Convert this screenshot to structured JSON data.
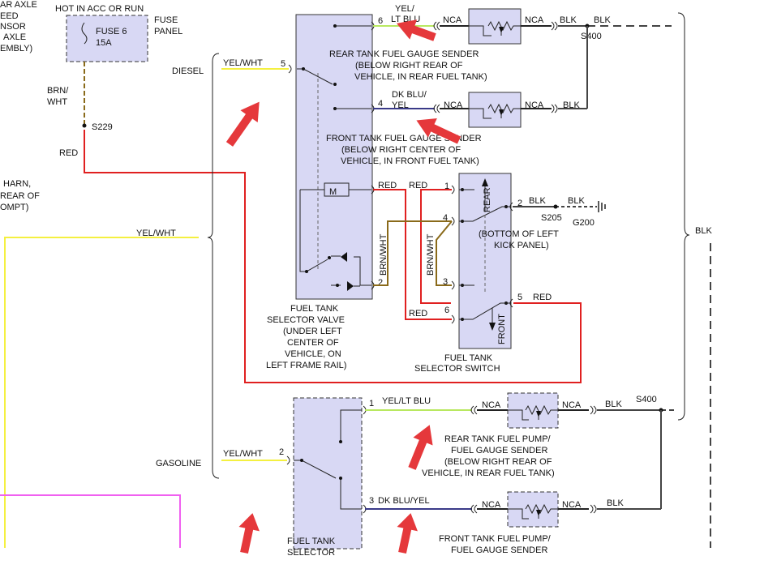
{
  "colors": {
    "background": "#ffffff",
    "component_fill": "#d8d8f4",
    "red_wire": "#e02020",
    "yellow_wire": "#f4f040",
    "yel_ltblu_wire": "#b8e860",
    "dkblu_yel_wire": "#3a3a88",
    "brn_wht_wire": "#8a6a1a",
    "black_wire": "#444444",
    "pink_wire": "#f060f0",
    "annotation_arrow": "#e5383b"
  },
  "left_edge": {
    "l1": "AR AXLE",
    "l2": "EED",
    "l3": "NSOR",
    "l4": "AXLE",
    "l5": "EMBLY)",
    "harn1": "HARN,",
    "harn2": "REAR OF",
    "harn3": "OMPT)"
  },
  "fuse": {
    "header": "HOT IN ACC OR RUN",
    "name": "FUSE 6",
    "rating": "15A",
    "panel1": "FUSE",
    "panel2": "PANEL"
  },
  "splices": {
    "s229": "S229",
    "s400": "S400",
    "s205": "S205",
    "g200": "G200"
  },
  "wires": {
    "brn_wht_a": "BRN/",
    "brn_wht_b": "WHT",
    "red": "RED",
    "yel_wht": "YEL/WHT",
    "yel_ltblu_a": "YEL/",
    "yel_ltblu_b": "LT BLU",
    "dkblu_yel_a": "DK BLU/",
    "dkblu_yel_b": "YEL",
    "yel_ltblu": "YEL/LT BLU",
    "dkblu_yel": "DK BLU/YEL",
    "blk": "BLK",
    "brn_wht": "BRN/WHT",
    "nca": "NCA"
  },
  "engine": {
    "diesel": "DIESEL",
    "gasoline": "GASOLINE"
  },
  "pins": {
    "p1": "1",
    "p2": "2",
    "p3": "3",
    "p4": "4",
    "p5": "5",
    "p6": "6"
  },
  "motor": "M",
  "rear_sender": {
    "l1": "REAR TANK FUEL GAUGE SENDER",
    "l2": "(BELOW RIGHT REAR OF",
    "l3": "VEHICLE, IN REAR FUEL TANK)"
  },
  "front_sender": {
    "l1": "FRONT TANK FUEL GAUGE SENDER",
    "l2": "(BELOW RIGHT CENTER OF",
    "l3": "VEHICLE, IN FRONT FUEL TANK)"
  },
  "valve": {
    "l1": "FUEL TANK",
    "l2": "SELECTOR VALVE",
    "l3": "(UNDER LEFT",
    "l4": "CENTER OF",
    "l5": "VEHICLE, ON",
    "l6": "LEFT FRAME RAIL)"
  },
  "switch": {
    "rear": "REAR",
    "front": "FRONT",
    "loc1": "(BOTTOM OF LEFT",
    "loc2": "KICK PANEL)",
    "name1": "FUEL TANK",
    "name2": "SELECTOR SWITCH"
  },
  "rear_pump": {
    "l1": "REAR TANK FUEL PUMP/",
    "l2": "FUEL GAUGE SENDER",
    "l3": "(BELOW RIGHT REAR OF",
    "l4": "VEHICLE, IN REAR FUEL TANK)"
  },
  "front_pump": {
    "l1": "FRONT TANK FUEL PUMP/",
    "l2": "FUEL GAUGE SENDER"
  },
  "gas_selector": {
    "l1": "FUEL TANK",
    "l2": "SELECTOR"
  }
}
